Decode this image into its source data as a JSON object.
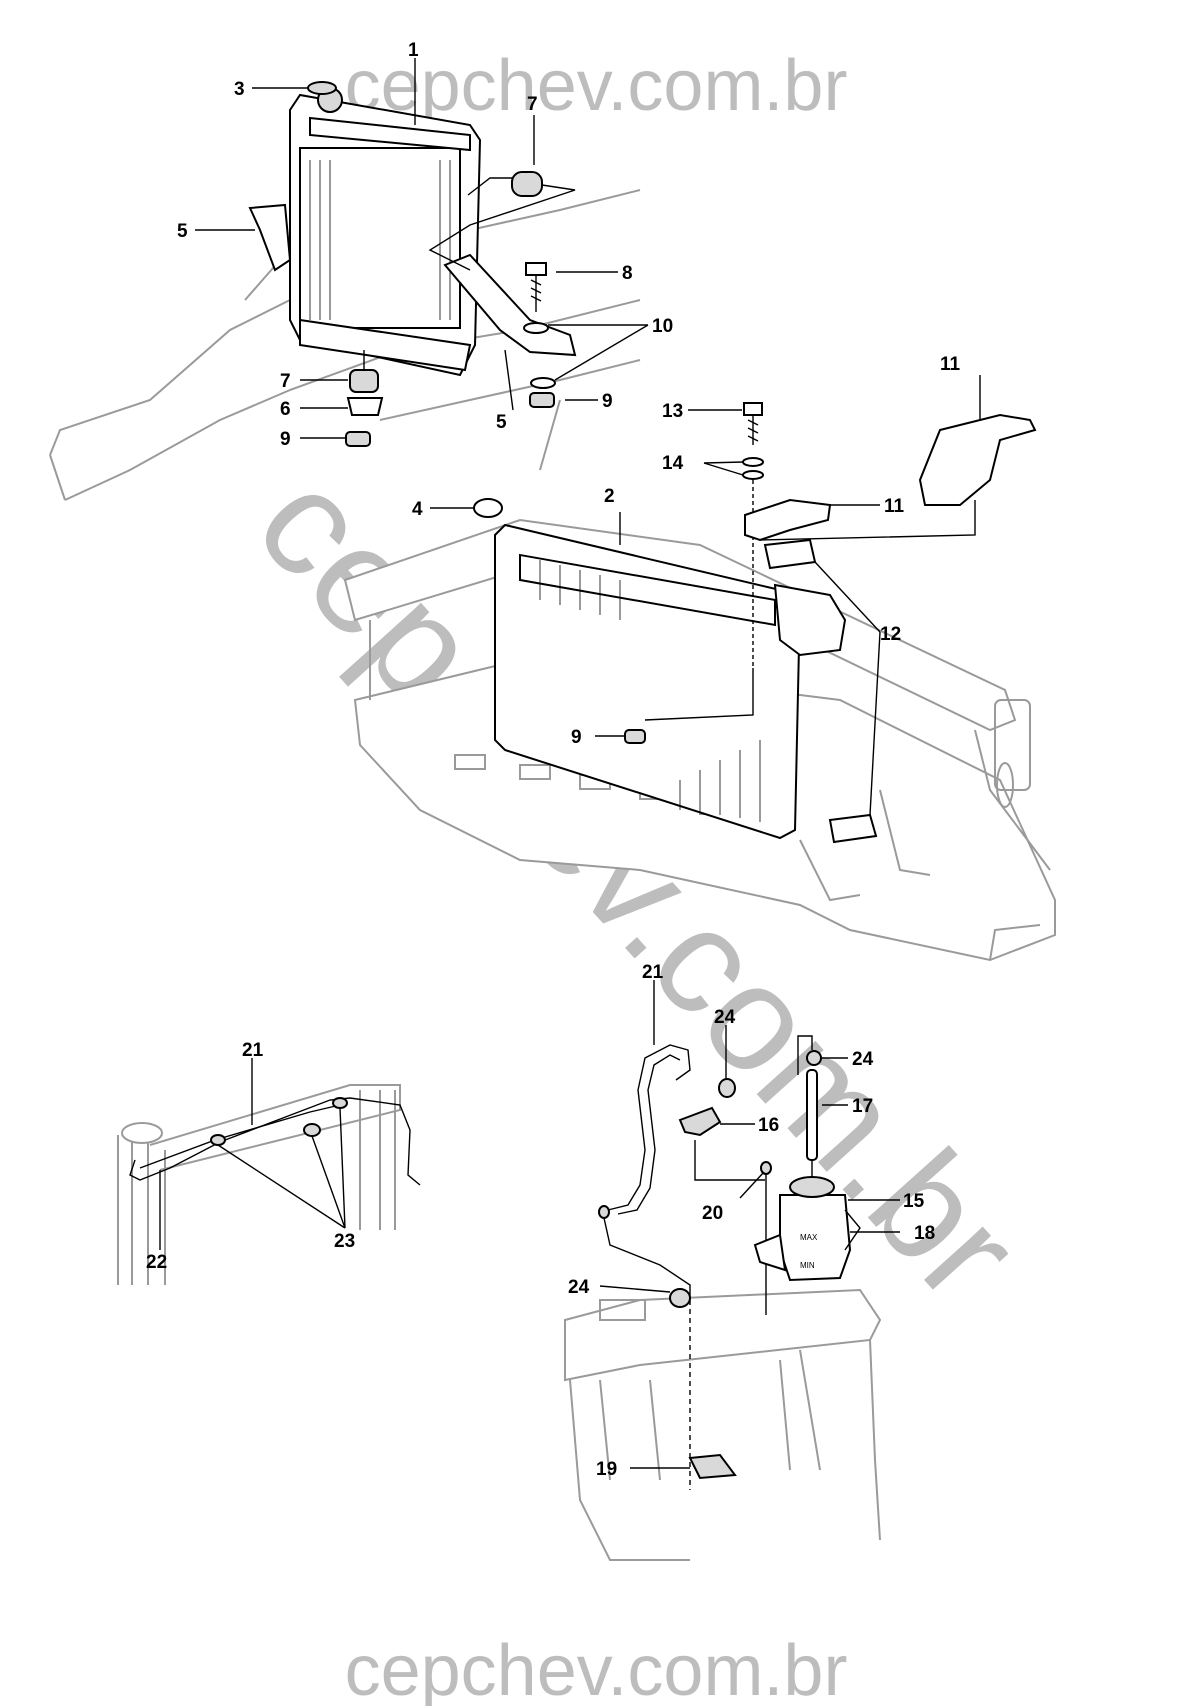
{
  "watermark": {
    "top": "cepchev.com.br",
    "bottom": "cepchev.com.br",
    "diagonal": "cepchev.com.br"
  },
  "callouts": [
    "1",
    "2",
    "3",
    "4",
    "5",
    "6",
    "7",
    "8",
    "9",
    "10",
    "11",
    "12",
    "13",
    "14",
    "15",
    "16",
    "17",
    "18",
    "19",
    "20",
    "21",
    "22",
    "23",
    "24"
  ],
  "tank_labels": {
    "max": "MAX",
    "min": "MIN"
  },
  "colors": {
    "ink": "#000000",
    "ghost": "#9a9a9a",
    "watermark": "#bdbdbd"
  }
}
